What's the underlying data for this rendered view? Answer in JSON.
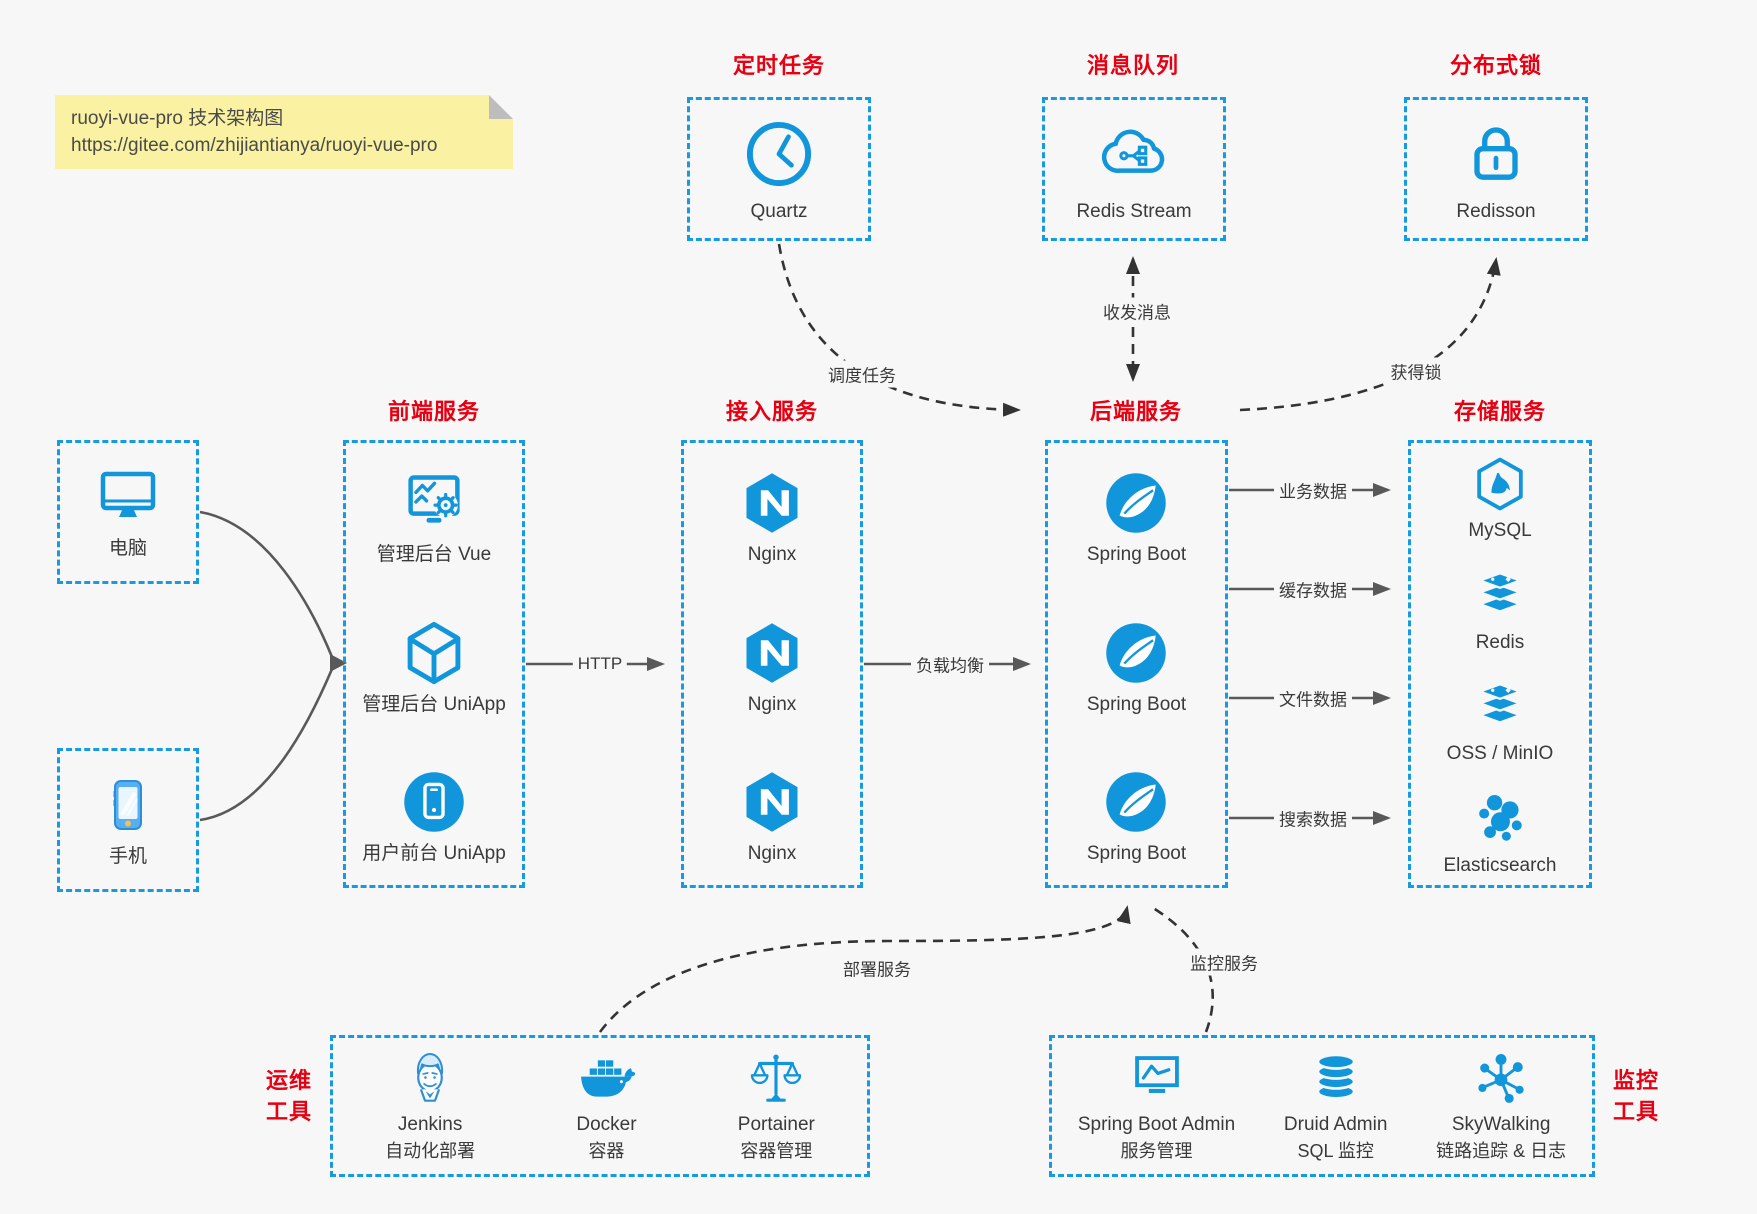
{
  "note": {
    "line1": "ruoyi-vue-pro 技术架构图",
    "line2": "https://gitee.com/zhijiantianya/ruoyi-vue-pro"
  },
  "colors": {
    "accent_blue": "#1296db",
    "title_red": "#e60012",
    "background": "#f7f7f7",
    "note_yellow": "#faf2a2",
    "solid_arrow": "#595959",
    "dashed_arrow": "#333333"
  },
  "top_groups": [
    {
      "title": "定时任务",
      "node": {
        "label": "Quartz",
        "icon": "clock-icon"
      }
    },
    {
      "title": "消息队列",
      "node": {
        "label": "Redis Stream",
        "icon": "cloud-queue-icon"
      }
    },
    {
      "title": "分布式锁",
      "node": {
        "label": "Redisson",
        "icon": "lock-icon"
      }
    }
  ],
  "clients": [
    {
      "label": "电脑",
      "icon": "desktop-icon"
    },
    {
      "label": "手机",
      "icon": "smartphone-icon"
    }
  ],
  "columns": [
    {
      "title": "前端服务",
      "items": [
        {
          "label": "管理后台 Vue",
          "icon": "admin-vue-icon"
        },
        {
          "label": "管理后台 UniApp",
          "icon": "cube-icon"
        },
        {
          "label": "用户前台 UniApp",
          "icon": "user-app-icon"
        }
      ]
    },
    {
      "title": "接入服务",
      "items": [
        {
          "label": "Nginx",
          "icon": "nginx-icon"
        },
        {
          "label": "Nginx",
          "icon": "nginx-icon"
        },
        {
          "label": "Nginx",
          "icon": "nginx-icon"
        }
      ]
    },
    {
      "title": "后端服务",
      "items": [
        {
          "label": "Spring Boot",
          "icon": "spring-icon"
        },
        {
          "label": "Spring Boot",
          "icon": "spring-icon"
        },
        {
          "label": "Spring Boot",
          "icon": "spring-icon"
        }
      ]
    },
    {
      "title": "存储服务",
      "items": [
        {
          "label": "MySQL",
          "icon": "mysql-icon"
        },
        {
          "label": "Redis",
          "icon": "storage-stack-icon"
        },
        {
          "label": "OSS / MinIO",
          "icon": "storage-stack-icon"
        },
        {
          "label": "Elasticsearch",
          "icon": "elasticsearch-icon"
        }
      ]
    }
  ],
  "bottom_groups": [
    {
      "title_line1": "运维",
      "title_line2": "工具",
      "items": [
        {
          "name": "Jenkins",
          "desc": "自动化部署",
          "icon": "jenkins-icon"
        },
        {
          "name": "Docker",
          "desc": "容器",
          "icon": "docker-whale-icon"
        },
        {
          "name": "Portainer",
          "desc": "容器管理",
          "icon": "scales-icon"
        }
      ]
    },
    {
      "title_line1": "监控",
      "title_line2": "工具",
      "items": [
        {
          "name": "Spring Boot Admin",
          "desc": "服务管理",
          "icon": "monitor-chart-icon"
        },
        {
          "name": "Druid Admin",
          "desc": "SQL 监控",
          "icon": "database-icon"
        },
        {
          "name": "SkyWalking",
          "desc": "链路追踪 & 日志",
          "icon": "topology-icon"
        }
      ]
    }
  ],
  "edges": {
    "http": "HTTP",
    "load_balance": "负载均衡",
    "business_data": "业务数据",
    "cache_data": "缓存数据",
    "file_data": "文件数据",
    "search_data": "搜索数据",
    "schedule": "调度任务",
    "messaging": "收发消息",
    "lock": "获得锁",
    "deploy": "部署服务",
    "monitor": "监控服务"
  }
}
